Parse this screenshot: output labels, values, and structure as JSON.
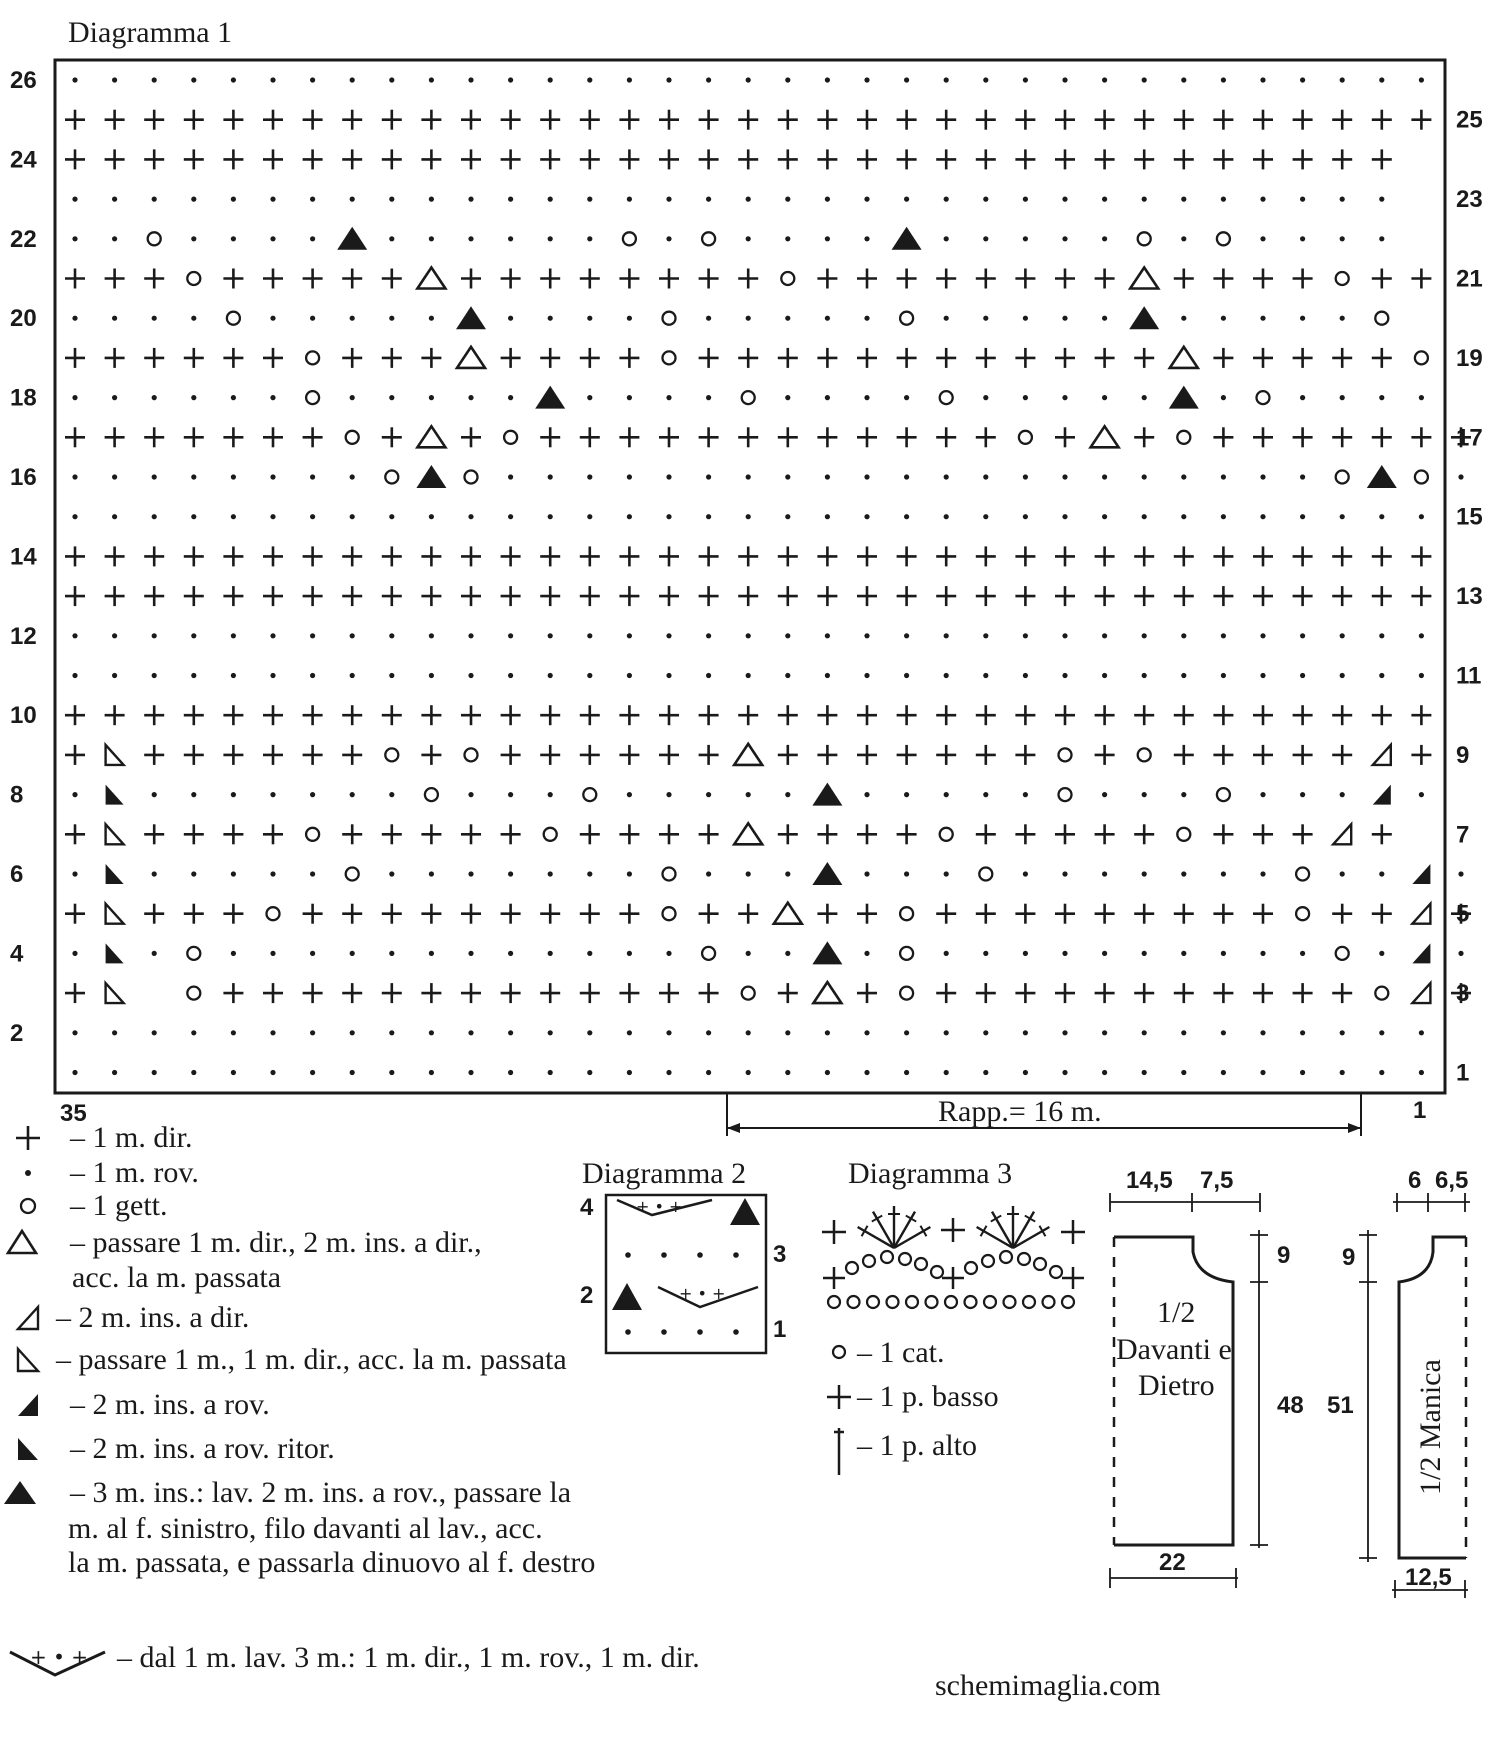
{
  "diagram1": {
    "title": "Diagramma 1",
    "cols": 35,
    "grid_rows": [
      "...................................",
      "+++++++++++++++++++++++++++++++++++",
      "++++++++++++++++++++++++++++++++++",
      "..................................",
      "..o....W......o.o....W.....o.o....",
      "+++o+++++V++++++++o++++++++V++++o++",
      "....o.....W....o.....o.....W.....o",
      "++++++o+++V++++o++++++++++++V+++++o",
      "......o.....W....o....o.....W.o....",
      "+++++++o+V+o++++++++++++o+V+o+++++++",
      "........oWo.....................oWo.",
      "...................................",
      "+++++++++++++++++++++++++++++++++++",
      "+++++++++++++++++++++++++++++++++++",
      "...................................",
      "...................................",
      "+++++++++++++++++++++++++++++++++++",
      "+R++++++o+o++++++V+++++++o+o+++++L+",
      ".S.......o...o.....W.....o...o...B.",
      "+R++++o+++++o++++V++++o+++++o+++L+",
      ".S.....o.......o...W...o.......o..B.",
      "+R+++o+++++++++o++V++o+++++++++o++L+",
      ".S.o............o..W.o..........o.B.",
      "+R o+++++++++++++o+V+o+++++++++++oL+",
      "...................................",
      "..................................."
    ],
    "left_row_numbers": [
      "26",
      "24",
      "22",
      "20",
      "18",
      "16",
      "14",
      "12",
      "10",
      "8",
      "6",
      "4",
      "2"
    ],
    "right_row_numbers": [
      "25",
      "23",
      "21",
      "19",
      "17",
      "15",
      "13",
      "11",
      "9",
      "7",
      "5",
      "3",
      "1"
    ],
    "col_left_label": "35",
    "col_right_label": "1",
    "repeat_label": "Rapp.= 16 m."
  },
  "legend": [
    {
      "sym": "+",
      "text": "– 1 m. dir."
    },
    {
      "sym": "•",
      "text": "– 1 m. rov."
    },
    {
      "sym": "o",
      "text": "– 1 gett."
    },
    {
      "sym": "△",
      "text": "– passare 1 m. dir., 2 m. ins. a dir.,"
    },
    {
      "sym": "",
      "text": "acc. la m. passata"
    },
    {
      "sym": "L",
      "text": "– 2 m. ins. a dir."
    },
    {
      "sym": "R",
      "text": "– passare 1 m., 1 m. dir., acc. la m. passata"
    },
    {
      "sym": "B",
      "text": "– 2 m. ins. a rov."
    },
    {
      "sym": "S",
      "text": "– 2 m. ins. a rov. ritor."
    },
    {
      "sym": "▲",
      "text": "– 3 m. ins.: lav. 2 m. ins. a rov., passare la"
    },
    {
      "sym": "",
      "text": "m. al f. sinistro, filo davanti al lav., acc."
    },
    {
      "sym": "",
      "text": "la m. passata, e passarla dinuovo al f.  destro"
    }
  ],
  "legend_bottom": "– dal 1 m. lav. 3 m.: 1 m. dir., 1 m. rov., 1 m. dir.",
  "legend_bottom_glyph": "+ • +",
  "diagram2": {
    "title": "Diagramma 2",
    "row_left": [
      "4",
      "2"
    ],
    "row_right": [
      "3",
      "1"
    ],
    "motif": "+ • +"
  },
  "diagram3": {
    "title": "Diagramma 3",
    "legend": [
      {
        "text": "– 1 cat."
      },
      {
        "text": "– 1 p. basso"
      },
      {
        "text": "– 1 p. alto"
      }
    ]
  },
  "schematic_body": {
    "top_left": "14,5",
    "top_right": "7,5",
    "neck": "9",
    "length": "48",
    "bottom": "22",
    "label": [
      "1/2",
      "Davanti e",
      "Dietro"
    ]
  },
  "schematic_sleeve": {
    "top_left": "6",
    "top_right": "6,5",
    "cap": "9",
    "length": "51",
    "bottom": "12,5",
    "label": "1/2 Manica"
  },
  "watermark": "schemimaglia.com"
}
